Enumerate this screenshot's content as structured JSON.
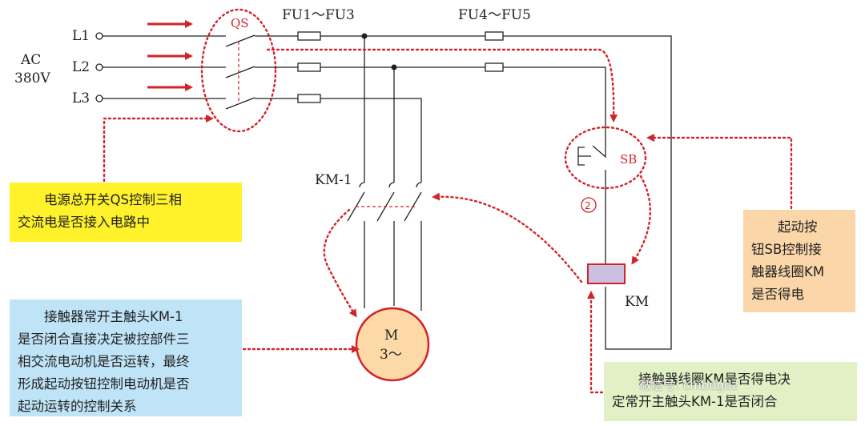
{
  "source": {
    "ac": "AC",
    "voltage": "380V",
    "phases": [
      "L1",
      "L2",
      "L3"
    ]
  },
  "labels": {
    "qs": "QS",
    "fu13": "FU1～FU3",
    "fu45": "FU4～FU5",
    "km1": "KM-1",
    "sb": "SB",
    "step2": "②",
    "km": "KM",
    "motor_m": "M",
    "motor_type": "3～"
  },
  "callouts": {
    "qs_lines": [
      "电源总开关QS控制三相",
      "交流电是否接入电路中"
    ],
    "km1_lines": [
      "接触器常开主触头KM-1",
      "是否闭合直接决定被控部件三",
      "相交流电动机是否运转，最终",
      "形成起动按钮控制电动机是否",
      "起动运转的控制关系"
    ],
    "sb_lines": [
      "起动按",
      "钮SB控制接",
      "触器线圈KM",
      "是否得电"
    ],
    "coil_lines": [
      "接触器线圈KM是否得电决",
      "定常开主触头KM-1是否闭合"
    ]
  },
  "watermark": "微信号: cmbdgdz",
  "colors": {
    "arrow": "#d2232a",
    "qs_box": "#fff22a",
    "km1_box": "#bfe4f7",
    "sb_box": "#fbd6a8",
    "coil_box": "#e2f0c6",
    "motor_fill": "#fdd9a8",
    "coil_fill": "#c9c0e2",
    "fuse": "#ffffff"
  }
}
